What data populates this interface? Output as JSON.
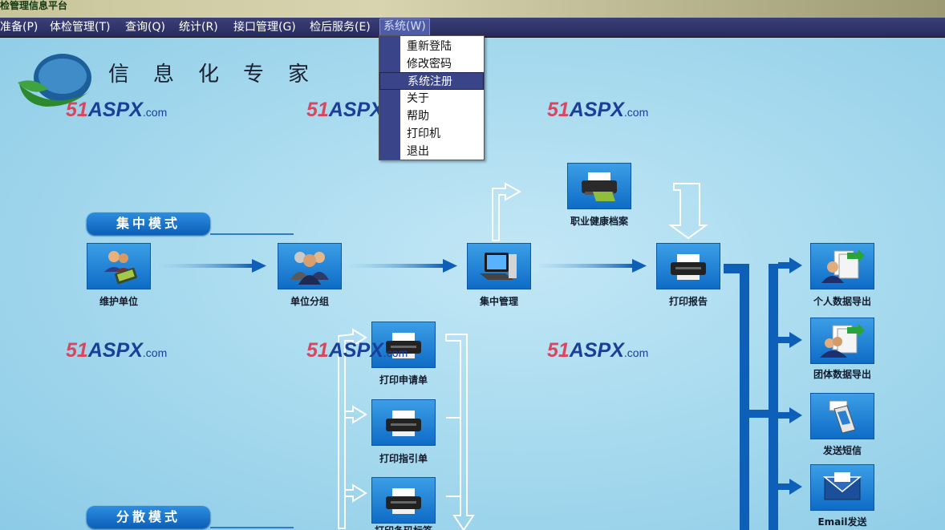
{
  "window": {
    "title": "检管理信息平台"
  },
  "menubar": [
    {
      "label": "准备(P)",
      "active": false
    },
    {
      "label": "体检管理(T)",
      "active": false
    },
    {
      "label": "查询(Q)",
      "active": false
    },
    {
      "label": "统计(R)",
      "active": false
    },
    {
      "label": "接口管理(G)",
      "active": false
    },
    {
      "label": "检后服务(E)",
      "active": false
    },
    {
      "label": "系统(W)",
      "active": true
    }
  ],
  "system_menu": {
    "items": [
      "重新登陆",
      "修改密码",
      "系统注册",
      "关于",
      "帮助",
      "打印机",
      "退出"
    ],
    "highlighted": "系统注册"
  },
  "banner": {
    "slogan": "信息化专家"
  },
  "watermark": {
    "num": "51",
    "word": "ASPX",
    "suffix": ".com"
  },
  "modes": {
    "centralized": "集中模式",
    "distributed": "分散模式"
  },
  "nodes": {
    "maintain_unit": "维护单位",
    "unit_grouping": "单位分组",
    "central_mgmt": "集中管理",
    "occupational_archive": "职业健康档案",
    "print_report": "打印报告",
    "print_application": "打印申请单",
    "print_guide": "打印指引单",
    "print_barcode": "打印条码标签",
    "export_personal": "个人数据导出",
    "export_group": "团体数据导出",
    "send_sms": "发送短信",
    "send_email": "Email发送"
  },
  "colors": {
    "menubar": "#272a5c",
    "menu_highlight": "#3a4489",
    "tile_blue": "#0e6cc6",
    "arrow_blue": "#0d5fb8",
    "watermark_red": "#d9475f",
    "watermark_blue": "#1a3f99"
  },
  "icons": [
    "users-icon",
    "group-icon",
    "computer-icon",
    "printer-icon",
    "document-export-icon",
    "mobile-phone-icon",
    "envelope-icon",
    "logo-icon"
  ]
}
